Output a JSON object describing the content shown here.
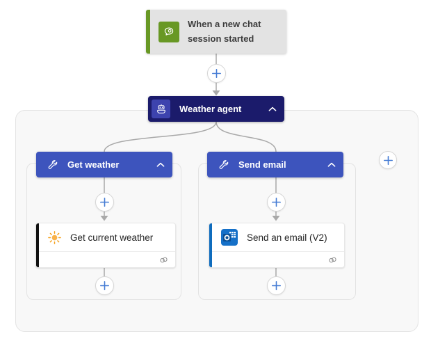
{
  "trigger": {
    "label": "When a new chat session started",
    "lines": [
      "When a new chat",
      "session started"
    ],
    "icon": "chat-icon"
  },
  "agent": {
    "label": "Weather agent",
    "icon": "bot-icon",
    "collapse_icon": "chevron-up-icon"
  },
  "branches": [
    {
      "header": {
        "label": "Get weather",
        "icon": "wrench-icon",
        "collapse_icon": "chevron-up-icon"
      },
      "card": {
        "label": "Get current weather",
        "icon": "sun-icon",
        "status_icon": "connection-icon",
        "stripe_color": "#111111"
      }
    },
    {
      "header": {
        "label": "Send email",
        "icon": "wrench-icon",
        "collapse_icon": "chevron-up-icon"
      },
      "card": {
        "label": "Send an email (V2)",
        "icon": "outlook-icon",
        "status_icon": "connection-icon",
        "stripe_color": "#0f6cbd"
      }
    }
  ],
  "add_buttons": {
    "icon": "plus-icon"
  },
  "colors": {
    "trigger_accent": "#689824",
    "trigger_bg": "#e3e3e3",
    "agent_node": "#1b1b6b",
    "agent_icon_bg": "#3d43ae",
    "branch_header": "#3d54bd",
    "plus_sign": "#447bd4",
    "connector": "#a9a9a9",
    "container_bg": "#f8f8f8",
    "container_border": "#e3e3e3",
    "card_bg": "#ffffff",
    "card_text": "#242424",
    "weather_stripe": "#111111",
    "outlook_stripe": "#0f6cbd",
    "sun_orange": "#f5a018"
  }
}
